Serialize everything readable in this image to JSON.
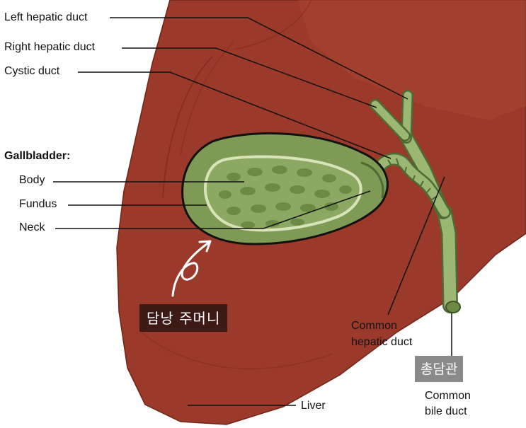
{
  "labels": {
    "left_hepatic_duct": "Left hepatic duct",
    "right_hepatic_duct": "Right hepatic duct",
    "cystic_duct": "Cystic duct",
    "gallbladder": "Gallbladder:",
    "body": "Body",
    "fundus": "Fundus",
    "neck": "Neck",
    "common_hepatic_duct_line1": "Common",
    "common_hepatic_duct_line2": "hepatic duct",
    "common_bile_duct_line1": "Common",
    "common_bile_duct_line2": "bile duct",
    "liver": "Liver"
  },
  "annotations": {
    "fundus_korean": "담낭 주머니",
    "common_bile_duct_korean": "총담관"
  },
  "colors": {
    "liver": "#9b3a2a",
    "liver_dark": "#7d2a1e",
    "gallbladder": "#7e9a55",
    "gallbladder_inner": "#9fb476",
    "gallbladder_spots": "#6d8a45",
    "duct": "#9cb772",
    "duct_outline": "#4f6a34",
    "leader_line": "#111111"
  }
}
